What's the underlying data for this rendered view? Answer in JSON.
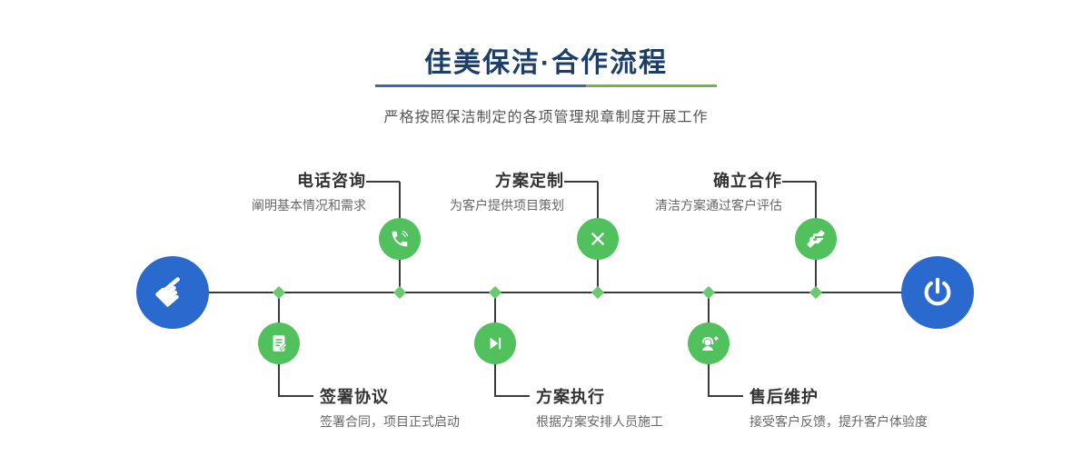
{
  "header": {
    "title": "佳美保洁·合作流程",
    "subtitle": "严格按照保洁制定的各项管理规章制度开展工作"
  },
  "timeline": {
    "start_icon": "pointing-hand-icon",
    "end_icon": "power-icon",
    "steps_top": [
      {
        "title": "电话咨询",
        "desc": "阐明基本情况和需求",
        "icon": "phone-icon"
      },
      {
        "title": "方案定制",
        "desc": "为客户提供项目策划",
        "icon": "tools-icon"
      },
      {
        "title": "确立合作",
        "desc": "清洁方案通过客户评估",
        "icon": "handshake-icon"
      }
    ],
    "steps_bottom": [
      {
        "title": "签署协议",
        "desc": "签署合同，项目正式启动",
        "icon": "contract-icon"
      },
      {
        "title": "方案执行",
        "desc": "根据方案安排人员施工",
        "icon": "play-next-icon"
      },
      {
        "title": "售后维护",
        "desc": "接受客户反馈，提升客户体验度",
        "icon": "headset-icon"
      }
    ]
  },
  "colors": {
    "title_blue": "#1d3e68",
    "accent_blue": "#2a6ace",
    "accent_green": "#50c15c",
    "underline_blue": "#2f6eb5",
    "underline_green": "#6fb93c",
    "line_dark": "#3b3b3b"
  }
}
